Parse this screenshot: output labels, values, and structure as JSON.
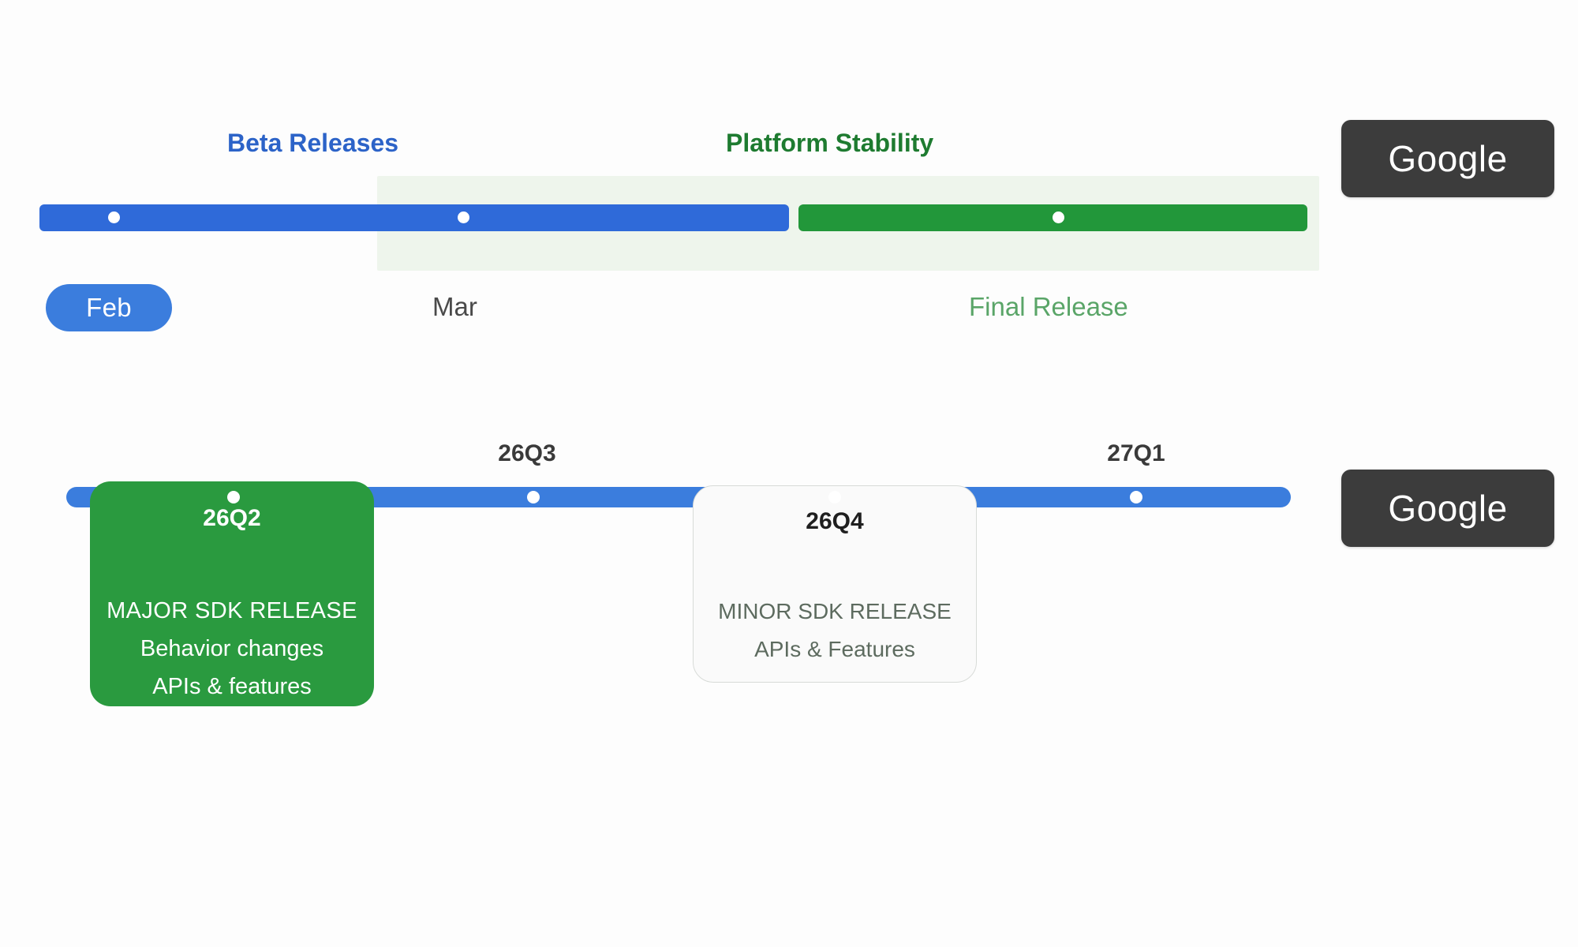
{
  "brand": {
    "badge_label": "Google",
    "badge_color": "#3c3c3c"
  },
  "top_timeline": {
    "phases": [
      {
        "name": "beta",
        "label": "Beta Releases",
        "color": "#2c63c8"
      },
      {
        "name": "platform-stability",
        "label": "Platform Stability",
        "color": "#1e7b30"
      }
    ],
    "bars": [
      {
        "name": "beta-bar",
        "color": "#2f6ad9"
      },
      {
        "name": "stability-bar",
        "color": "#22973a"
      }
    ],
    "highlight_band_color": "#eef5ec",
    "milestones": [
      {
        "label": "Feb",
        "style": "pill",
        "color": "#3b7ddd"
      },
      {
        "label": "Mar",
        "style": "plain",
        "color": "#4a4a4a"
      },
      {
        "label": "Final Release",
        "style": "plain",
        "color": "#5aa568"
      }
    ]
  },
  "bottom_timeline": {
    "rail_color": "#3b7ddd",
    "quarters": [
      {
        "id": "26Q2",
        "label": "26Q2",
        "style": "filled",
        "color": "#2a9a3f",
        "body": [
          "MAJOR SDK RELEASE",
          "Behavior changes",
          "APIs & features"
        ]
      },
      {
        "id": "26Q3",
        "label": "26Q3",
        "style": "tick",
        "body": []
      },
      {
        "id": "26Q4",
        "label": "26Q4",
        "style": "outlined",
        "color": "#fafafa",
        "body": [
          "MINOR SDK RELEASE",
          "APIs & Features"
        ]
      },
      {
        "id": "27Q1",
        "label": "27Q1",
        "style": "tick",
        "body": []
      }
    ]
  }
}
